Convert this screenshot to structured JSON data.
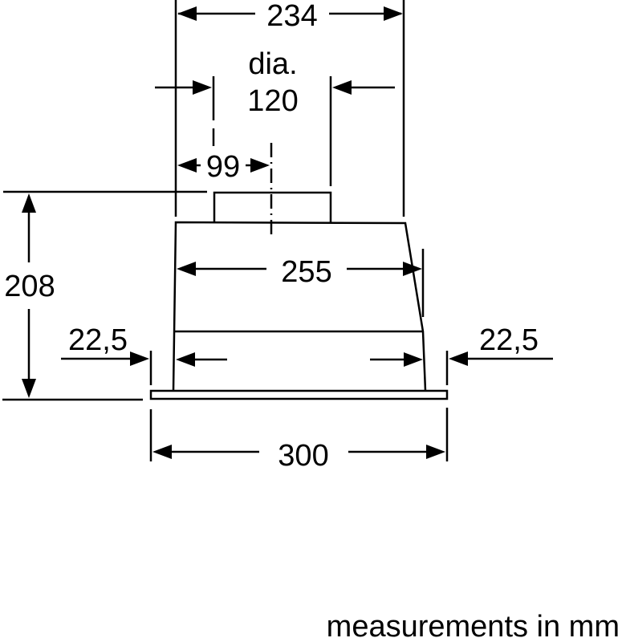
{
  "diagram": {
    "type": "technical dimension drawing (range hood, front view)",
    "dimensions": {
      "top_width": "234",
      "duct_label_line1": "dia.",
      "duct_label_line2": "120",
      "duct_offset": "99",
      "height": "208",
      "body_width": "255",
      "side_inset_left": "22,5",
      "side_inset_right": "22,5",
      "total_width": "300"
    },
    "footer_note": "measurements in mm",
    "colors": {
      "line": "#000000",
      "background": "#ffffff"
    }
  }
}
